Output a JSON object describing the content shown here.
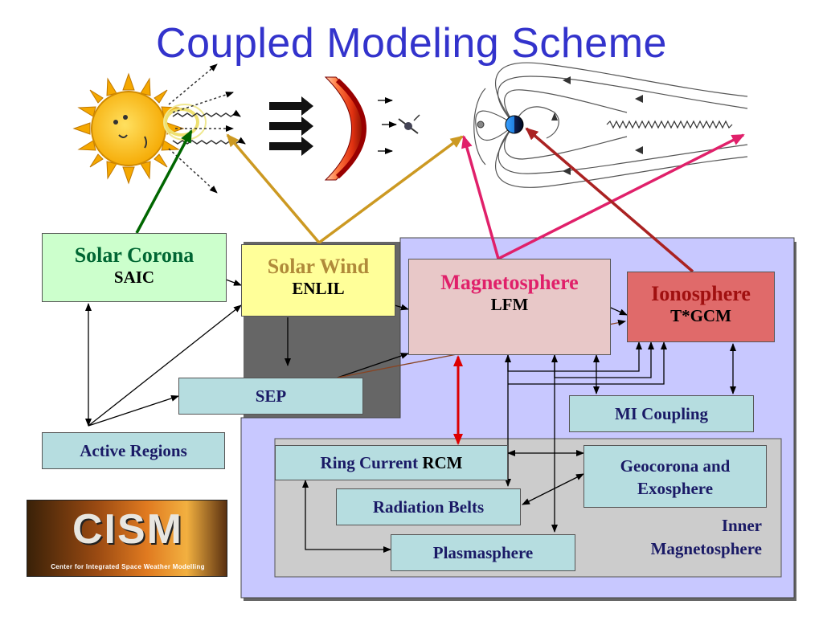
{
  "title": "Coupled Modeling Scheme",
  "colors": {
    "title": "#3333cc",
    "panel_blue": "#c8c8ff",
    "panel_gray": "#cccccc",
    "arrow_green": "#006600",
    "arrow_gold": "#cc9922",
    "arrow_pink": "#e0206a",
    "arrow_darkred": "#aa2222",
    "arrow_red": "#dd0000"
  },
  "boxes": {
    "solar_corona": {
      "name": "Solar Corona",
      "model": "SAIC"
    },
    "solar_wind": {
      "name": "Solar Wind",
      "model": "ENLIL"
    },
    "magnetosphere": {
      "name": "Magnetosphere",
      "model": "LFM"
    },
    "ionosphere": {
      "name": "Ionosphere",
      "model": "T*GCM"
    },
    "sep": "SEP",
    "active_regions": "Active Regions",
    "mi_coupling": "MI Coupling",
    "ring_current": {
      "name": "Ring Current",
      "model": "RCM"
    },
    "geocorona": {
      "line1": "Geocorona and",
      "line2": "Exosphere"
    },
    "radiation_belts": "Radiation Belts",
    "plasmasphere": "Plasmasphere"
  },
  "inner_magnetosphere": {
    "line1": "Inner",
    "line2": "Magnetosphere"
  },
  "logo": {
    "letters": "CISM",
    "subtitle": "Center for Integrated Space Weather Modelling"
  },
  "icons": [
    "sun-icon",
    "solar-wind-arrows-icon",
    "cme-shock-icon",
    "spacecraft-icon",
    "magnetosphere-icon",
    "earth-icon",
    "magnetotail-icon"
  ]
}
